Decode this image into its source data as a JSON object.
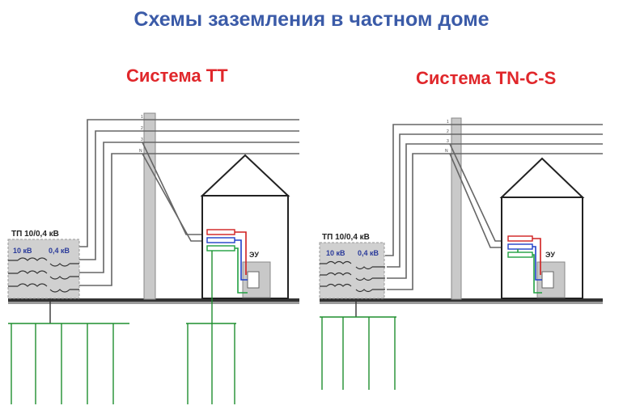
{
  "title": "Схемы заземления в частном доме",
  "left": {
    "system_title": "Система TT",
    "substation_label": "ТП 10/0,4 кВ",
    "hv_label": "10 кВ",
    "lv_label": "0,4 кВ",
    "eu_label": "ЭУ"
  },
  "right": {
    "system_title": "Система TN-C-S",
    "substation_label": "ТП 10/0,4 кВ",
    "hv_label": "10 кВ",
    "lv_label": "0,4 кВ",
    "eu_label": "ЭУ"
  },
  "colors": {
    "title": "#3b5ba8",
    "system_title": "#e0272b",
    "wire": "#555555",
    "ground_line": "#1f8f2f",
    "hv_text": "#2a3a9a",
    "red_wire": "#d02020",
    "blue_wire": "#2040c8",
    "green_wire": "#20a040"
  }
}
